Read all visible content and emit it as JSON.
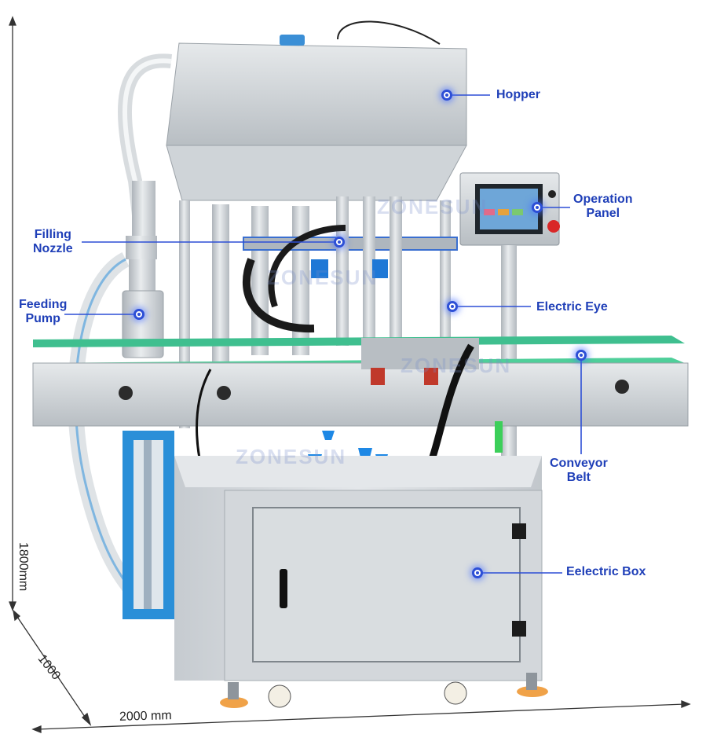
{
  "callouts": [
    {
      "id": "hopper",
      "text": "Hopper"
    },
    {
      "id": "operation-panel",
      "text": "Operation\nPanel"
    },
    {
      "id": "filling-nozzle",
      "text": "Filling\nNozzle"
    },
    {
      "id": "feeding-pump",
      "text": "Feeding\nPump"
    },
    {
      "id": "electric-eye",
      "text": "Electric Eye"
    },
    {
      "id": "conveyor-belt",
      "text": "Conveyor\nBelt"
    },
    {
      "id": "electric-box",
      "text": "Eelectric Box"
    }
  ],
  "dimensions": {
    "height": "1800mm",
    "depth": "1000",
    "width": "2000 mm"
  },
  "watermark": "ZONESUN",
  "colors": {
    "label": "#1f3fb8",
    "leader": "#2d4fd6",
    "steel": "#c9ced3",
    "steel_dark": "#8e959c",
    "conveyor_guide": "#3fbf8f",
    "nozzle_blue": "#1e88e5",
    "pump_blue": "#2a8fd8"
  }
}
